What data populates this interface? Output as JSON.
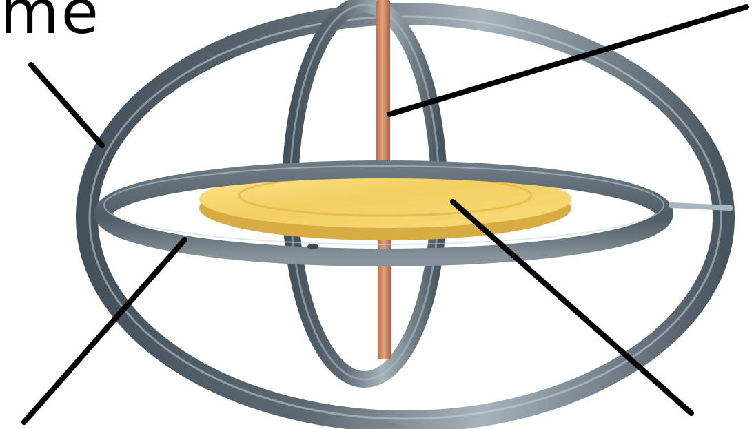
{
  "labels": {
    "frame_label_fragment": "me"
  },
  "colors": {
    "background": "#ffffff",
    "label_text": "#000000",
    "leader_lines": "#000000",
    "gimbal_metal": "#5b6770",
    "gimbal_metal_light": "#97a4ad",
    "rotor_gold": "#f2cf62",
    "rotor_gold_light": "#ffe88f",
    "spin_axis_copper": "#d08f66"
  },
  "diagram": {
    "subject": "gyroscope",
    "parts": [
      {
        "id": "frame",
        "icon": "outer-frame-ring"
      },
      {
        "id": "spin-axis",
        "icon": "copper-axle"
      },
      {
        "id": "gimbal",
        "icon": "horizontal-gimbal-ring"
      },
      {
        "id": "rotor",
        "icon": "gold-rotor-disc"
      },
      {
        "id": "inner-gimbal",
        "icon": "vertical-gimbal-ring"
      }
    ]
  }
}
